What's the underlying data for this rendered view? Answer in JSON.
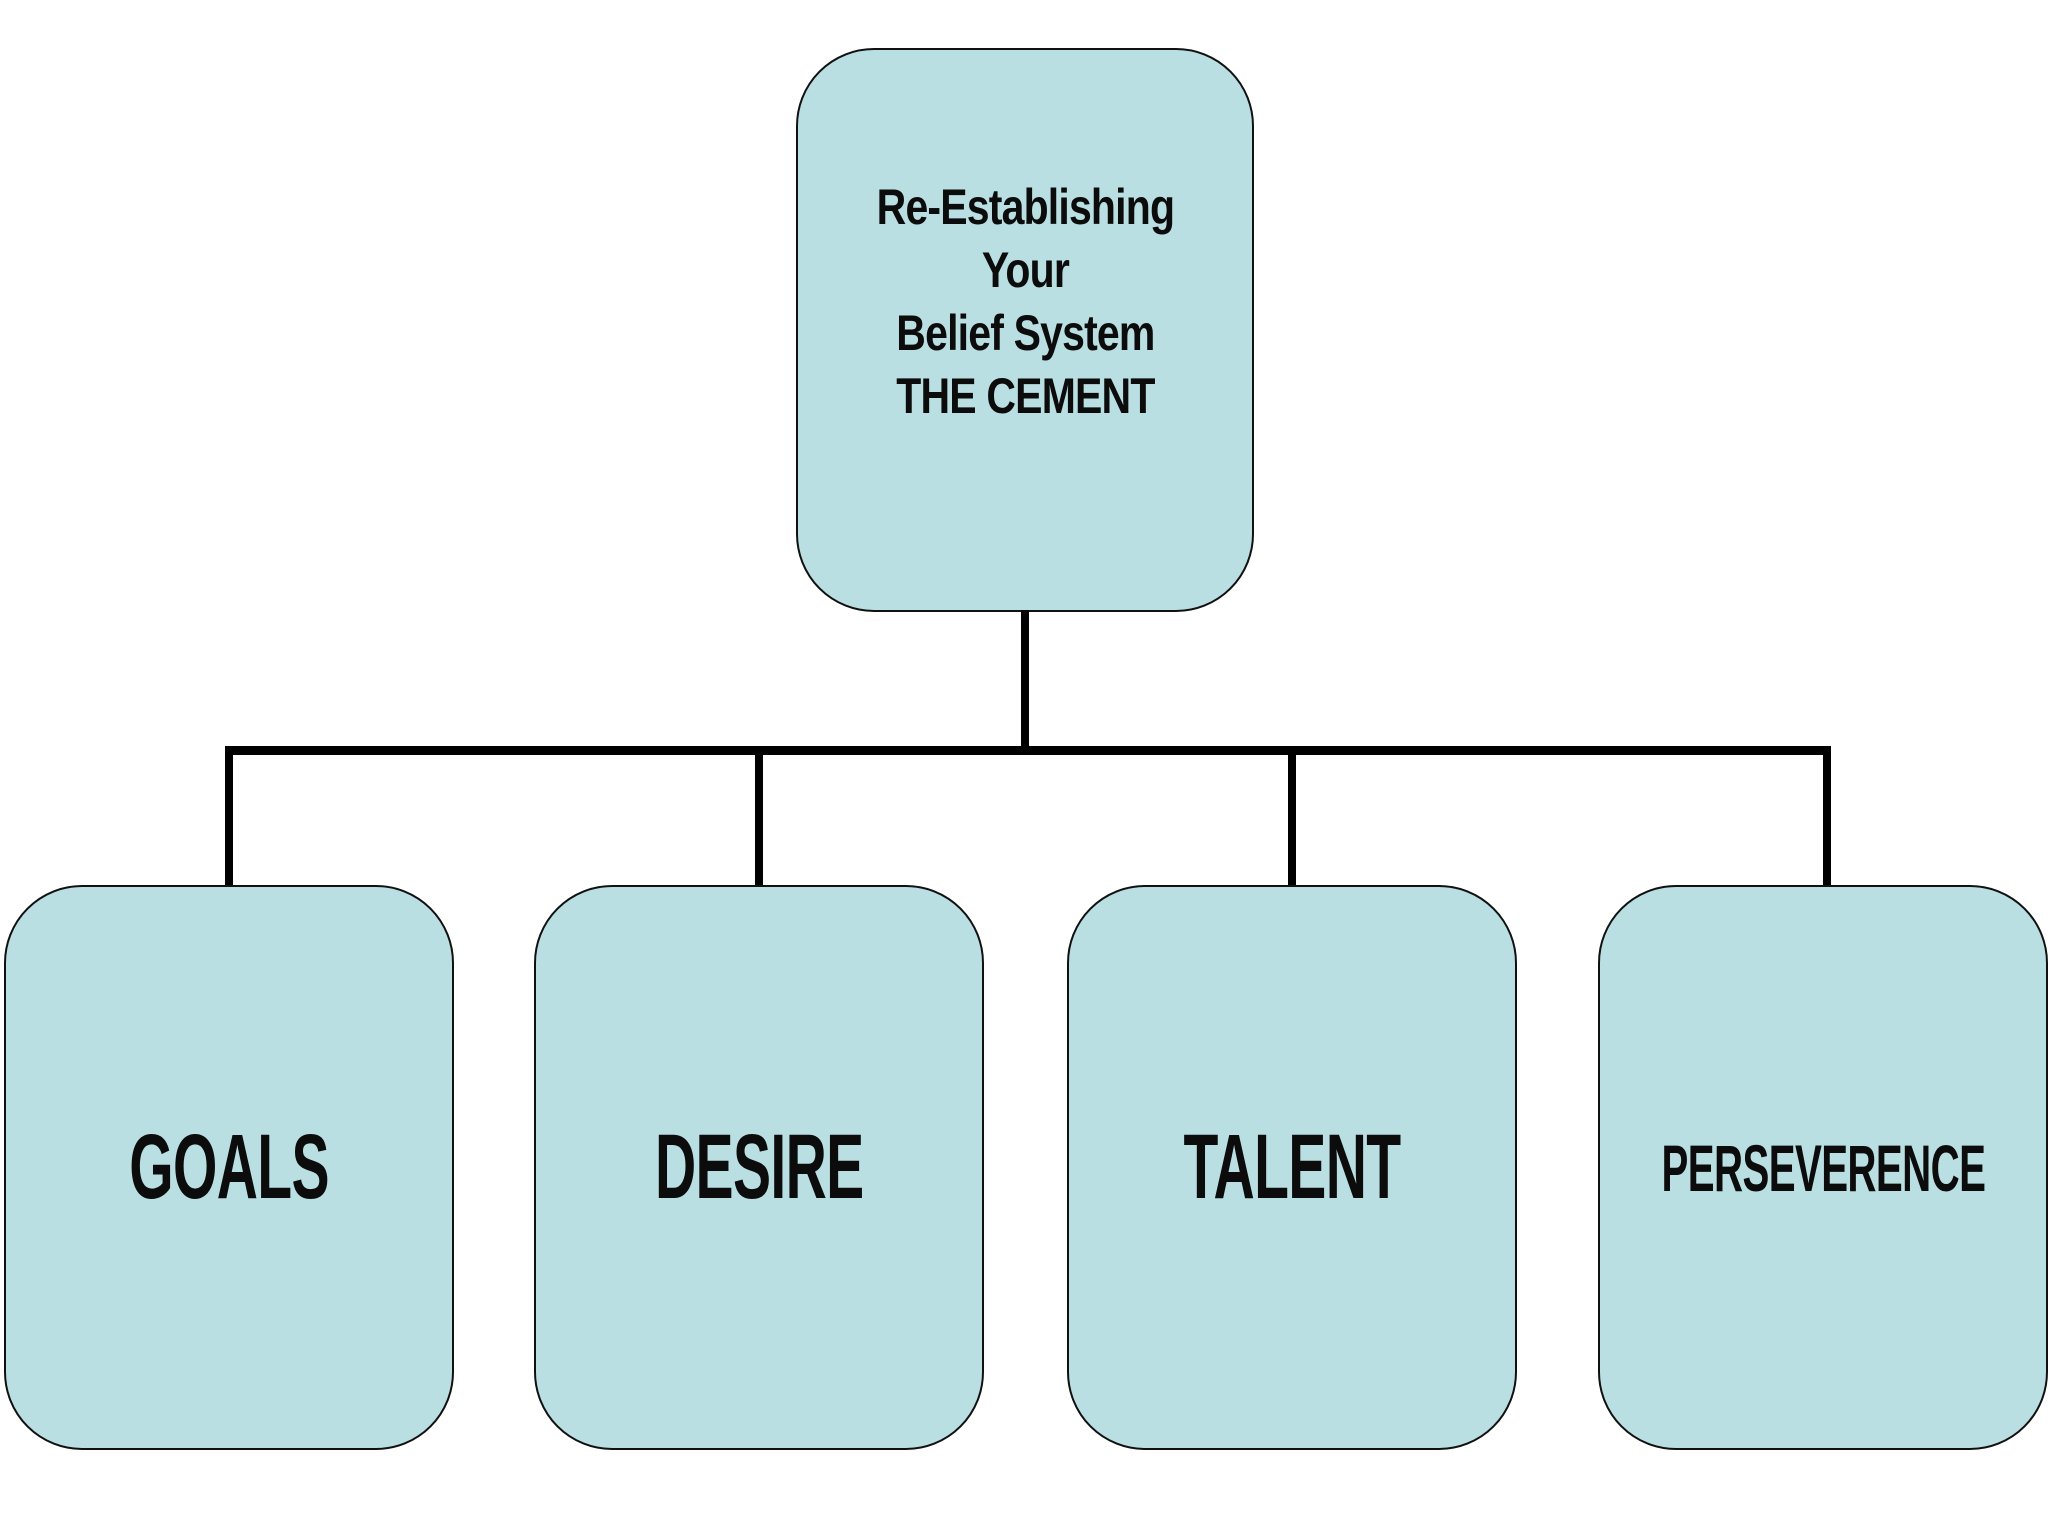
{
  "diagram": {
    "type": "hierarchy-flowchart",
    "root": {
      "lines": [
        "Re-Establishing",
        "Your",
        "Belief System",
        "THE CEMENT"
      ],
      "full_text": "Re-Establishing Your Belief System THE CEMENT"
    },
    "children": [
      {
        "label": "GOALS"
      },
      {
        "label": "DESIRE"
      },
      {
        "label": "TALENT"
      },
      {
        "label": "PERSEVERENCE"
      }
    ],
    "colors": {
      "background": "#ffffff",
      "box_fill": "#badfe2",
      "box_border": "#111111",
      "connector": "#000000",
      "text": "#0c0c0c"
    }
  }
}
